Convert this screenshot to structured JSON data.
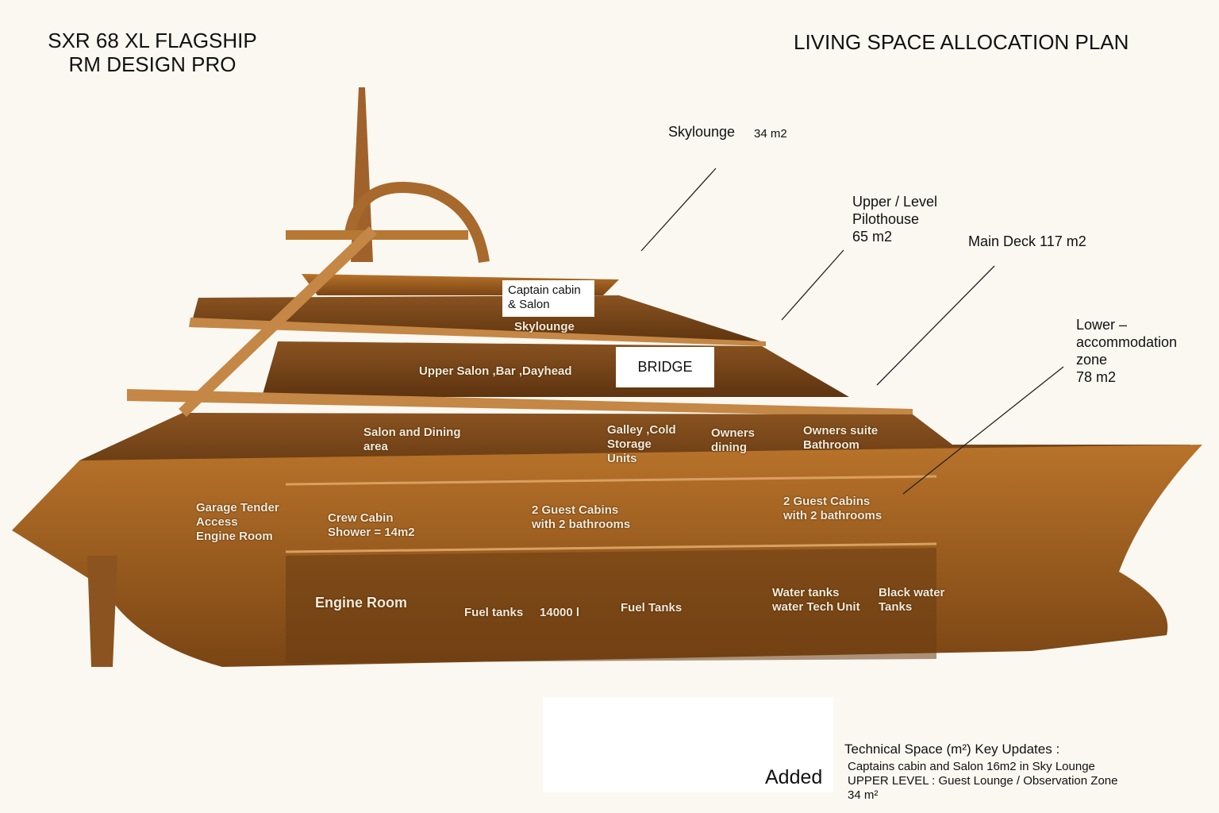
{
  "header": {
    "title_line1": "SXR 68 XL FLAGSHIP",
    "title_line2": "RM DESIGN PRO",
    "plan_title": "LIVING SPACE ALLOCATION PLAN"
  },
  "callouts": {
    "skylounge": "Skylounge",
    "skylounge_area": "34 m2",
    "upper_line1": "Upper / Level",
    "upper_line2": "Pilothouse",
    "upper_area": "65 m2",
    "main_deck": "Main Deck  117 m2",
    "lower_line1": "Lower –",
    "lower_line2": "accommodation",
    "lower_line3": "zone",
    "lower_area": "78 m2"
  },
  "spaces": {
    "captain_line1": "Captain cabin",
    "captain_line2": "& Salon",
    "skylounge_deck": "Skylounge",
    "upper_salon": "Upper Salon ,Bar ,Dayhead",
    "bridge": "BRIDGE",
    "salon_line1": "Salon and Dining",
    "salon_line2": "area",
    "galley_line1": "Galley ,Cold",
    "galley_line2": "Storage",
    "galley_line3": "Units",
    "owners_dining_line1": "Owners",
    "owners_dining_line2": "dining",
    "owners_suite_line1": "Owners suite",
    "owners_suite_line2": "Bathroom",
    "garage_line1": "Garage Tender",
    "garage_line2": "Access",
    "garage_line3": "Engine Room",
    "crew_line1": "Crew Cabin",
    "crew_line2": "Shower = 14m2",
    "guest1_line1": "2 Guest Cabins",
    "guest1_line2": "with 2 bathrooms",
    "guest2_line1": "2 Guest Cabins",
    "guest2_line2": "with 2 bathrooms",
    "engine_room": "Engine Room",
    "fuel1": "Fuel tanks     14000 l",
    "fuel2": "Fuel Tanks",
    "water_line1": "Water tanks",
    "water_line2": "water Tech Unit",
    "black_line1": "Black water",
    "black_line2": "Tanks"
  },
  "notes": {
    "added": "Added",
    "heading": "Technical Space (m²) Key Updates :",
    "line1": "Captains cabin and Salon 16m2 in Sky Lounge",
    "line2": "UPPER LEVEL : Guest Lounge / Observation Zone",
    "line3": "34 m²"
  }
}
